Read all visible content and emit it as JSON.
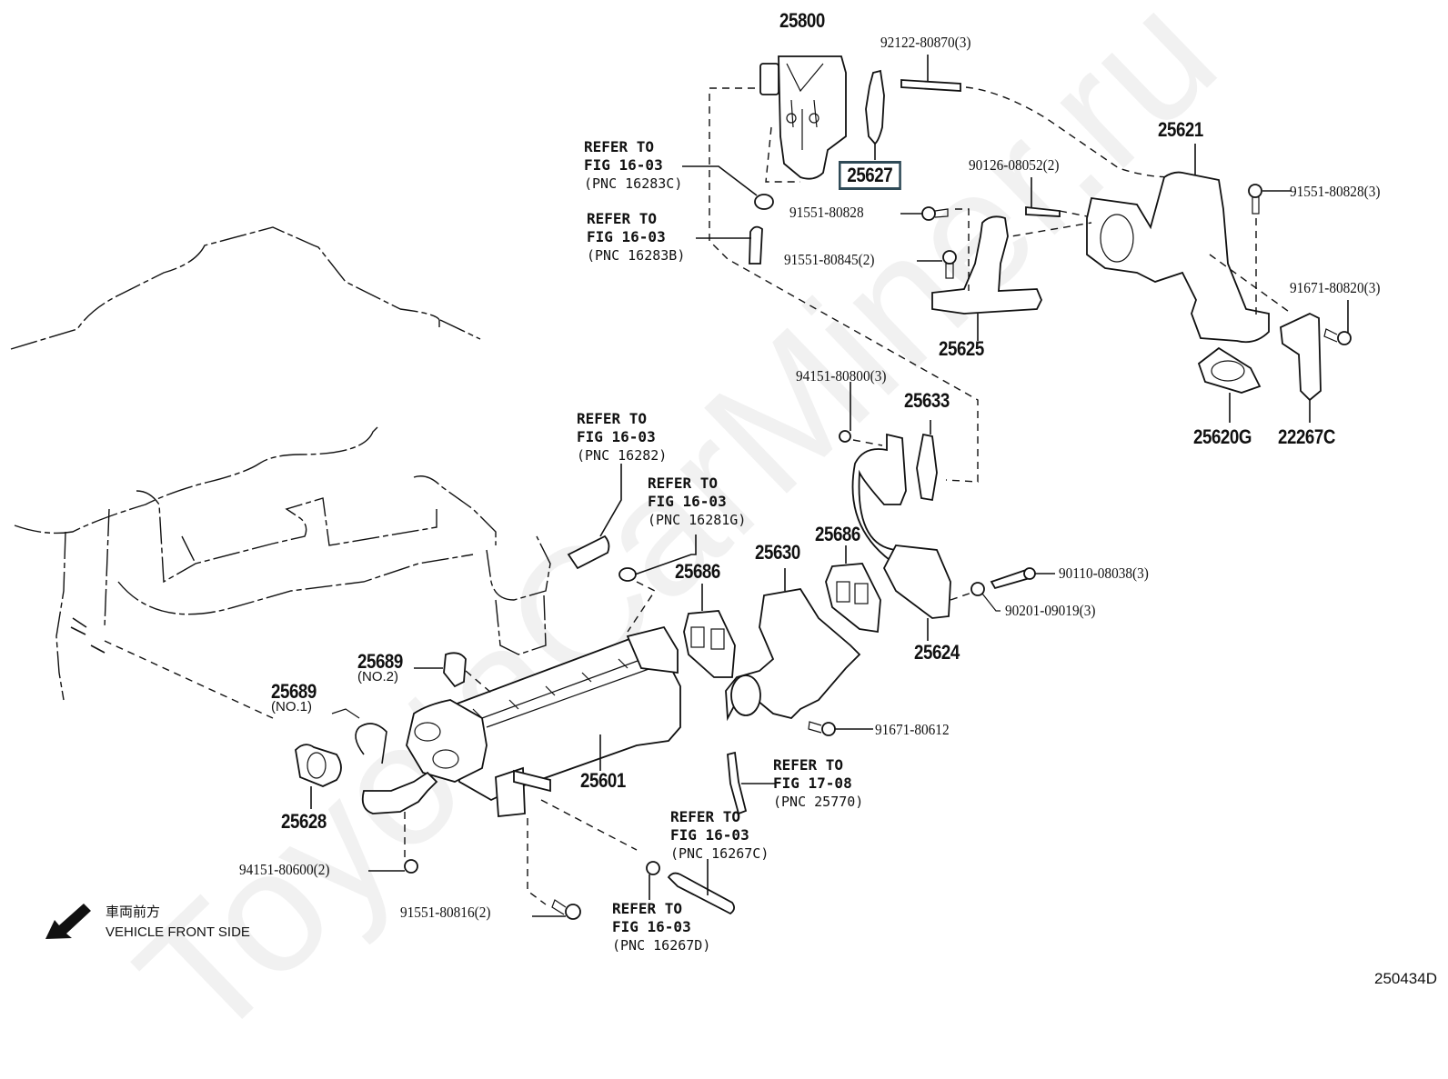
{
  "watermark": "ToyotaCarMiner.ru",
  "figure_id": "250434D",
  "direction": {
    "japanese": "車両前方",
    "english": "VEHICLE FRONT SIDE"
  },
  "parts": [
    {
      "id": "p25800",
      "number": "25800"
    },
    {
      "id": "p92122",
      "number": "92122-80870(3)"
    },
    {
      "id": "p25627",
      "number": "25627",
      "highlighted": true
    },
    {
      "id": "p25621",
      "number": "25621"
    },
    {
      "id": "p90126",
      "number": "90126-08052(2)"
    },
    {
      "id": "p91551_828",
      "number": "91551-80828"
    },
    {
      "id": "p91551_828x3",
      "number": "91551-80828(3)"
    },
    {
      "id": "p91551_845",
      "number": "91551-80845(2)"
    },
    {
      "id": "p25625",
      "number": "25625"
    },
    {
      "id": "p91671_820",
      "number": "91671-80820(3)"
    },
    {
      "id": "p25620G",
      "number": "25620G"
    },
    {
      "id": "p22267C",
      "number": "22267C"
    },
    {
      "id": "p94151_800",
      "number": "94151-80800(3)"
    },
    {
      "id": "p25633",
      "number": "25633"
    },
    {
      "id": "p25686a",
      "number": "25686"
    },
    {
      "id": "p25686b",
      "number": "25686"
    },
    {
      "id": "p25630",
      "number": "25630"
    },
    {
      "id": "p90110",
      "number": "90110-08038(3)"
    },
    {
      "id": "p90201",
      "number": "90201-09019(3)"
    },
    {
      "id": "p25624",
      "number": "25624"
    },
    {
      "id": "p25689_2",
      "number": "25689",
      "note": "(NO.2)"
    },
    {
      "id": "p25689_1",
      "number": "25689",
      "note": "(NO.1)"
    },
    {
      "id": "p25628",
      "number": "25628"
    },
    {
      "id": "p25601",
      "number": "25601"
    },
    {
      "id": "p91671_612",
      "number": "91671-80612"
    },
    {
      "id": "p94151_600",
      "number": "94151-80600(2)"
    },
    {
      "id": "p91551_816",
      "number": "91551-80816(2)"
    }
  ],
  "references": [
    {
      "id": "ref16283C",
      "line1": "REFER TO",
      "line2": "FIG 16-03",
      "line3": "(PNC 16283C)"
    },
    {
      "id": "ref16283B",
      "line1": "REFER TO",
      "line2": "FIG 16-03",
      "line3": "(PNC 16283B)"
    },
    {
      "id": "ref16282",
      "line1": "REFER TO",
      "line2": "FIG 16-03",
      "line3": "(PNC 16282)"
    },
    {
      "id": "ref16281G",
      "line1": "REFER TO",
      "line2": "FIG 16-03",
      "line3": "(PNC 16281G)"
    },
    {
      "id": "ref25770",
      "line1": "REFER TO",
      "line2": "FIG 17-08",
      "line3": "(PNC 25770)"
    },
    {
      "id": "ref16267C",
      "line1": "REFER TO",
      "line2": "FIG 16-03",
      "line3": "(PNC 16267C)"
    },
    {
      "id": "ref16267D",
      "line1": "REFER TO",
      "line2": "FIG 16-03",
      "line3": "(PNC 16267D)"
    }
  ],
  "colors": {
    "highlight_border": "#2f4a57",
    "line": "#111111",
    "watermark": "#f1f1f1"
  }
}
